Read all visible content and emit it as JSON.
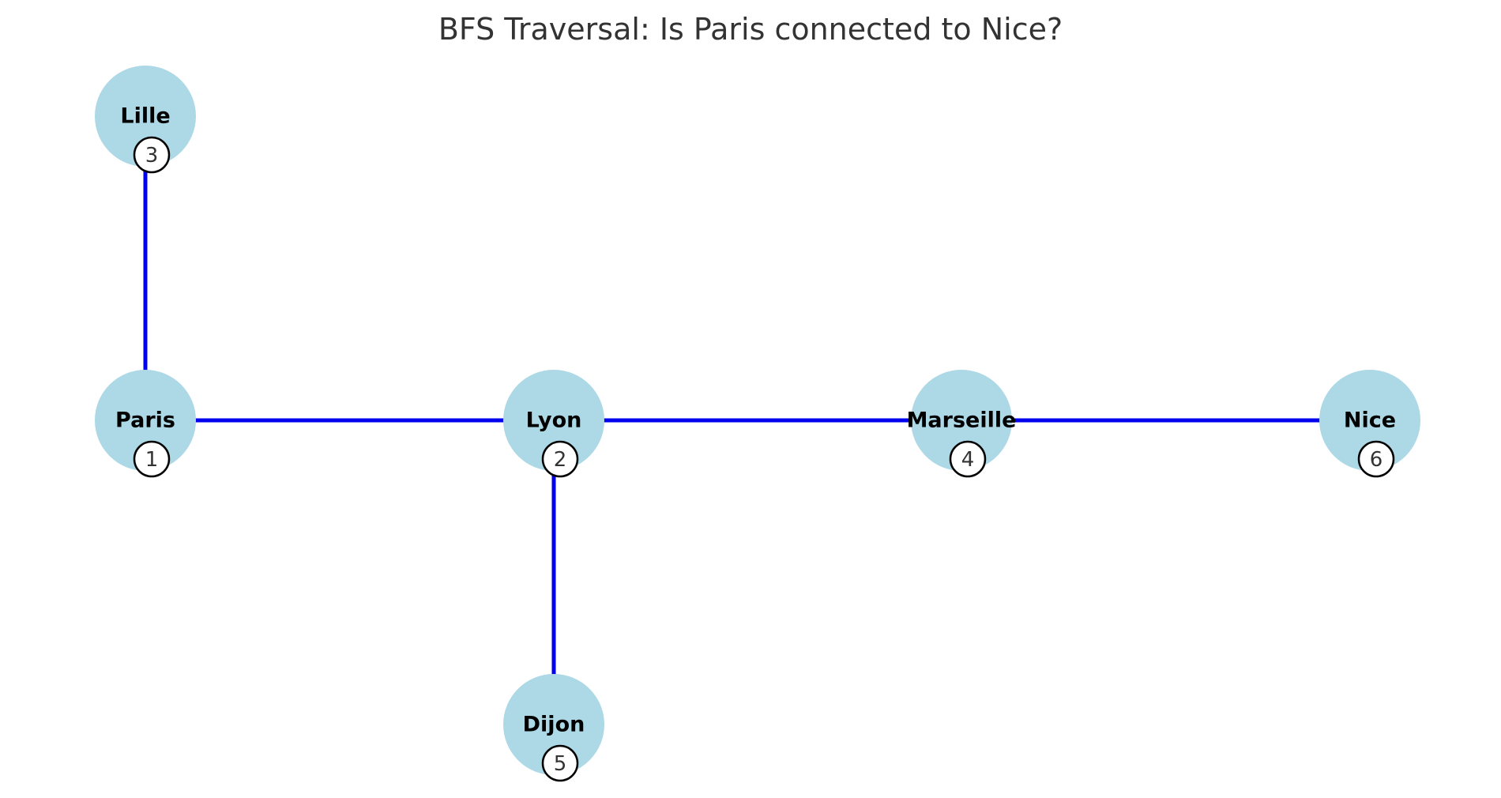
{
  "diagram": {
    "title": "BFS Traversal: Is Paris connected to Nice?",
    "colors": {
      "node_fill": "#add8e6",
      "edge": "#0000ee",
      "badge_fill": "#ffffff",
      "badge_stroke": "#000000",
      "title": "#333333"
    },
    "nodes": [
      {
        "id": "lille",
        "label": "Lille",
        "visit_order": "3"
      },
      {
        "id": "paris",
        "label": "Paris",
        "visit_order": "1"
      },
      {
        "id": "lyon",
        "label": "Lyon",
        "visit_order": "2"
      },
      {
        "id": "marseille",
        "label": "Marseille",
        "visit_order": "4"
      },
      {
        "id": "nice",
        "label": "Nice",
        "visit_order": "6"
      },
      {
        "id": "dijon",
        "label": "Dijon",
        "visit_order": "5"
      }
    ],
    "edges": [
      {
        "from": "paris",
        "to": "lille"
      },
      {
        "from": "paris",
        "to": "lyon"
      },
      {
        "from": "lyon",
        "to": "marseille"
      },
      {
        "from": "marseille",
        "to": "nice"
      },
      {
        "from": "lyon",
        "to": "dijon"
      }
    ]
  }
}
